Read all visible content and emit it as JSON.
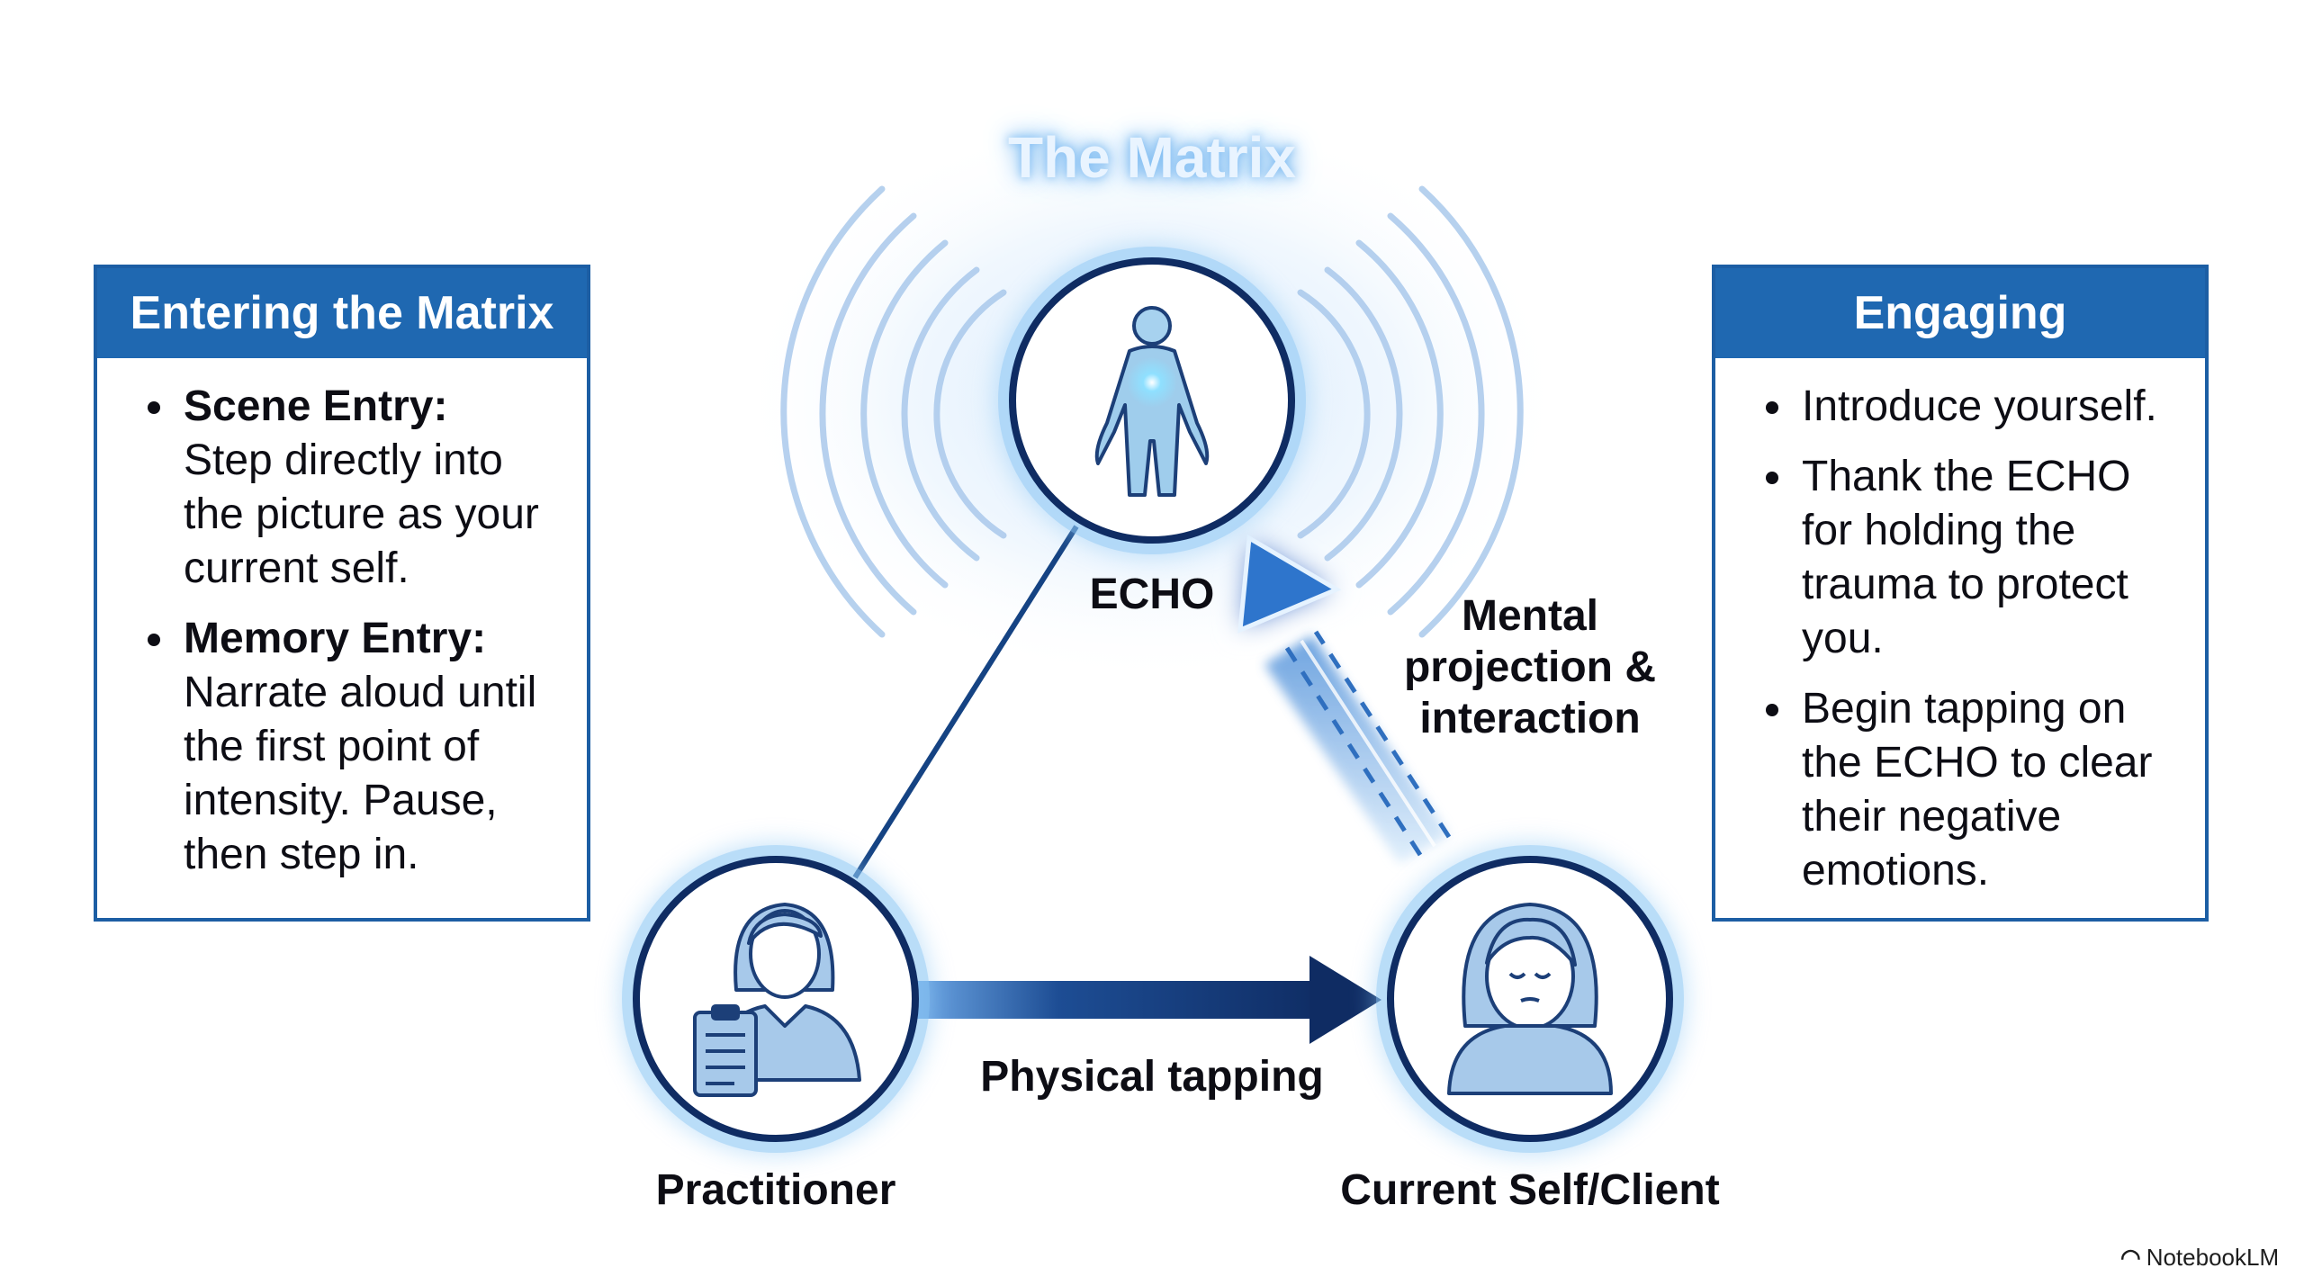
{
  "title": "The Matrix",
  "left_panel": {
    "heading": "Entering the Matrix",
    "items": [
      {
        "lead": "Scene Entry:",
        "text": " Step directly into the picture as your current self."
      },
      {
        "lead": "Memory Entry:",
        "text": " Narrate aloud until the first point of intensity. Pause, then step in."
      }
    ]
  },
  "right_panel": {
    "heading": "Engaging",
    "items": [
      {
        "text": "Introduce yourself."
      },
      {
        "text": "Thank the ECHO for holding the trauma to protect you."
      },
      {
        "text": "Begin tapping on the ECHO to clear their negative emotions."
      }
    ]
  },
  "nodes": {
    "echo": {
      "label": "ECHO",
      "icon": "human-figure-icon"
    },
    "practitioner": {
      "label": "Practitioner",
      "icon": "practitioner-clipboard-icon"
    },
    "client": {
      "label": "Current Self/Client",
      "icon": "client-face-icon"
    }
  },
  "edges": {
    "tapping": "Physical tapping",
    "projection_line1": "Mental",
    "projection_line2": "projection &",
    "projection_line3": "interaction"
  },
  "brand": "NotebookLM",
  "colors": {
    "panel_header": "#1f68b1",
    "panel_border": "#1c5ea4",
    "arrow": "#12336b",
    "glow": "#7fbcf2"
  }
}
